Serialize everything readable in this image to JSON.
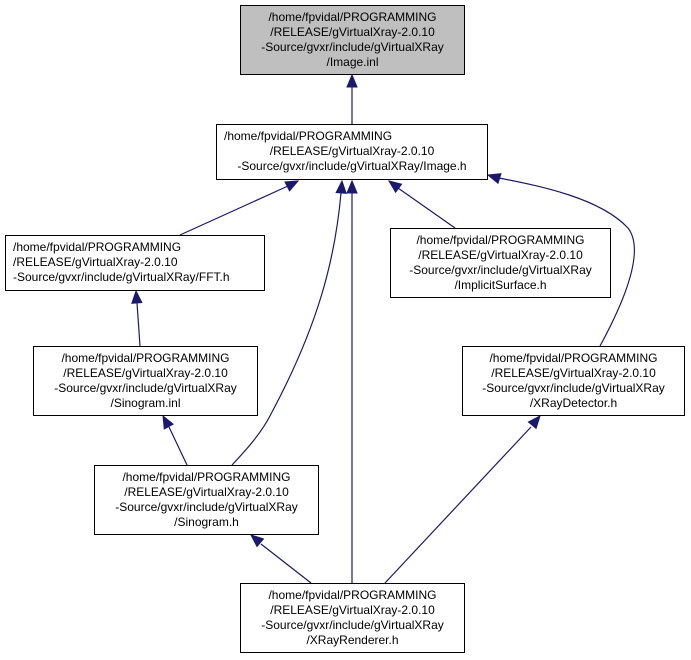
{
  "graph": {
    "edge_color": "#191970",
    "current_fill": "#bfbfbf",
    "nodes": [
      {
        "id": "image_inl",
        "lines": [
          "/home/fpvidal/PROGRAMMING",
          "/RELEASE/gVirtualXray-2.0.10",
          "-Source/gvxr/include/gVirtualXRay",
          "/Image.inl"
        ]
      },
      {
        "id": "image_h",
        "lines": [
          "/home/fpvidal/PROGRAMMING",
          "/RELEASE/gVirtualXray-2.0.10",
          "-Source/gvxr/include/gVirtualXRay/Image.h"
        ]
      },
      {
        "id": "fft_h",
        "lines": [
          "/home/fpvidal/PROGRAMMING",
          "/RELEASE/gVirtualXray-2.0.10",
          "-Source/gvxr/include/gVirtualXRay/FFT.h"
        ]
      },
      {
        "id": "implicit_h",
        "lines": [
          "/home/fpvidal/PROGRAMMING",
          "/RELEASE/gVirtualXray-2.0.10",
          "-Source/gvxr/include/gVirtualXRay",
          "/ImplicitSurface.h"
        ]
      },
      {
        "id": "sinogram_inl",
        "lines": [
          "/home/fpvidal/PROGRAMMING",
          "/RELEASE/gVirtualXray-2.0.10",
          "-Source/gvxr/include/gVirtualXRay",
          "/Sinogram.inl"
        ]
      },
      {
        "id": "xraydetector_h",
        "lines": [
          "/home/fpvidal/PROGRAMMING",
          "/RELEASE/gVirtualXray-2.0.10",
          "-Source/gvxr/include/gVirtualXRay",
          "/XRayDetector.h"
        ]
      },
      {
        "id": "sinogram_h",
        "lines": [
          "/home/fpvidal/PROGRAMMING",
          "/RELEASE/gVirtualXray-2.0.10",
          "-Source/gvxr/include/gVirtualXRay",
          "/Sinogram.h"
        ]
      },
      {
        "id": "xrayrenderer_h",
        "lines": [
          "/home/fpvidal/PROGRAMMING",
          "/RELEASE/gVirtualXray-2.0.10",
          "-Source/gvxr/include/gVirtualXRay",
          "/XRayRenderer.h"
        ]
      }
    ],
    "edges": [
      {
        "from": "image_h",
        "to": "image_inl"
      },
      {
        "from": "fft_h",
        "to": "image_h"
      },
      {
        "from": "sinogram_h",
        "to": "image_h"
      },
      {
        "from": "xrayrenderer_h",
        "to": "image_h"
      },
      {
        "from": "implicit_h",
        "to": "image_h"
      },
      {
        "from": "xraydetector_h",
        "to": "image_h"
      },
      {
        "from": "sinogram_inl",
        "to": "fft_h"
      },
      {
        "from": "sinogram_h",
        "to": "sinogram_inl"
      },
      {
        "from": "xrayrenderer_h",
        "to": "sinogram_h"
      },
      {
        "from": "xrayrenderer_h",
        "to": "xraydetector_h"
      }
    ]
  }
}
